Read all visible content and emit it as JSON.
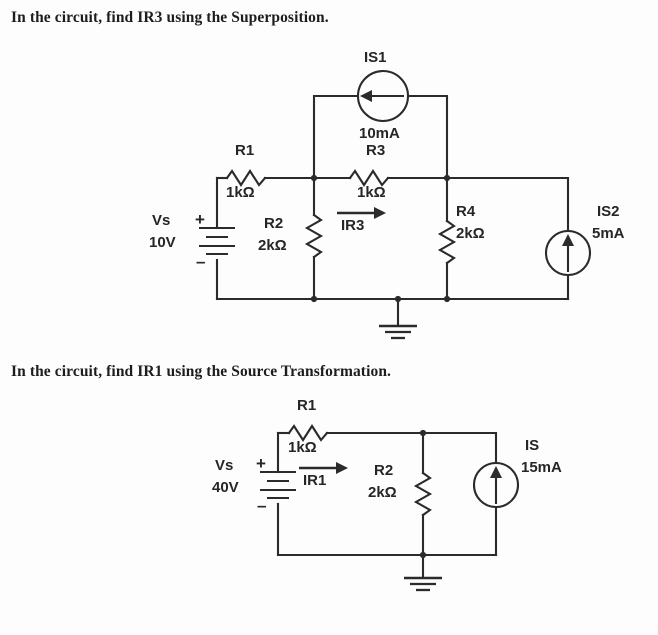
{
  "document": {
    "background_color": "#fdfdfd",
    "ink_color": "#2b2b2b"
  },
  "problems": [
    {
      "id": "problem-1",
      "prompt": "In the circuit, find IR3 using the Superposition.",
      "circuit": {
        "name": "superposition-circuit",
        "sources": [
          {
            "name": "IS1",
            "label": "IS1",
            "value": "10mA",
            "type": "current-source",
            "arrow": "left"
          },
          {
            "name": "Vs",
            "label": "Vs",
            "value": "10V",
            "type": "voltage-source",
            "plus": "+",
            "minus": "–"
          },
          {
            "name": "IS2",
            "label": "IS2",
            "value": "5mA",
            "type": "current-source",
            "arrow": "up"
          }
        ],
        "resistors": [
          {
            "name": "R1",
            "label": "R1",
            "value": "1kΩ",
            "orientation": "horizontal"
          },
          {
            "name": "R2",
            "label": "R2",
            "value": "2kΩ",
            "orientation": "vertical"
          },
          {
            "name": "R3",
            "label": "R3",
            "value": "1kΩ",
            "orientation": "horizontal"
          },
          {
            "name": "R4",
            "label": "R4",
            "value": "2kΩ",
            "orientation": "vertical"
          }
        ],
        "currents": [
          {
            "name": "IR3",
            "label": "IR3",
            "direction": "right"
          }
        ],
        "ground": {
          "name": "ground",
          "symbol": "earth-ground"
        }
      }
    },
    {
      "id": "problem-2",
      "prompt": "In the circuit, find IR1 using the Source Transformation.",
      "circuit": {
        "name": "source-transformation-circuit",
        "sources": [
          {
            "name": "Vs",
            "label": "Vs",
            "value": "40V",
            "type": "voltage-source",
            "plus": "+",
            "minus": "–"
          },
          {
            "name": "IS",
            "label": "IS",
            "value": "15mA",
            "type": "current-source",
            "arrow": "up"
          }
        ],
        "resistors": [
          {
            "name": "R1",
            "label": "R1",
            "value": "1kΩ",
            "orientation": "horizontal"
          },
          {
            "name": "R2",
            "label": "R2",
            "value": "2kΩ",
            "orientation": "vertical"
          }
        ],
        "currents": [
          {
            "name": "IR1",
            "label": "IR1",
            "direction": "right"
          }
        ],
        "ground": {
          "name": "ground",
          "symbol": "earth-ground"
        }
      }
    }
  ]
}
